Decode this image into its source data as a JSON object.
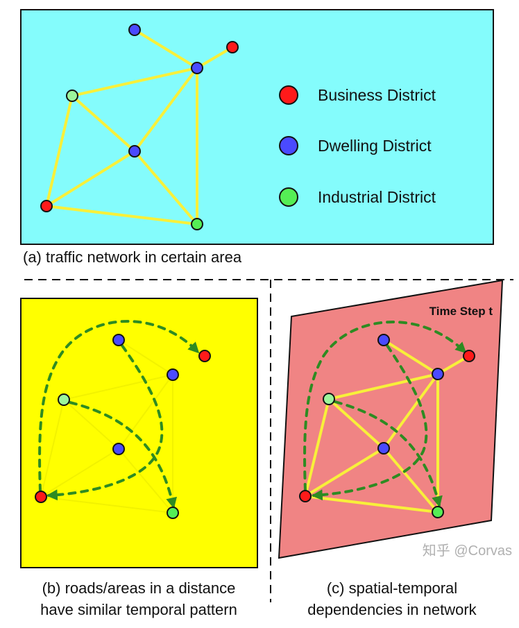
{
  "colors": {
    "business": "#ff1a1a",
    "dwelling": "#4a4aff",
    "industrial": "#55ee55",
    "industrial_light": "#9cf59c",
    "panel_a": "#84fcfc",
    "panel_b": "#ffff00",
    "panel_c": "#f08484",
    "road": "#f8f03a",
    "dependency": "#2e8b22"
  },
  "legend": [
    {
      "label": "Business District",
      "type": "business"
    },
    {
      "label": "Dwelling District",
      "type": "dwelling"
    },
    {
      "label": "Industrial District",
      "type": "industrial"
    }
  ],
  "panel_a": {
    "caption": "(a) traffic network in certain area"
  },
  "panel_b": {
    "caption_line1": "(b) roads/areas in a distance",
    "caption_line2": "have similar temporal pattern"
  },
  "panel_c": {
    "label": "Time Step t",
    "caption_line1": "(c) spatial-temporal",
    "caption_line2": "dependencies in network"
  },
  "watermark": "知乎 @Corvas"
}
